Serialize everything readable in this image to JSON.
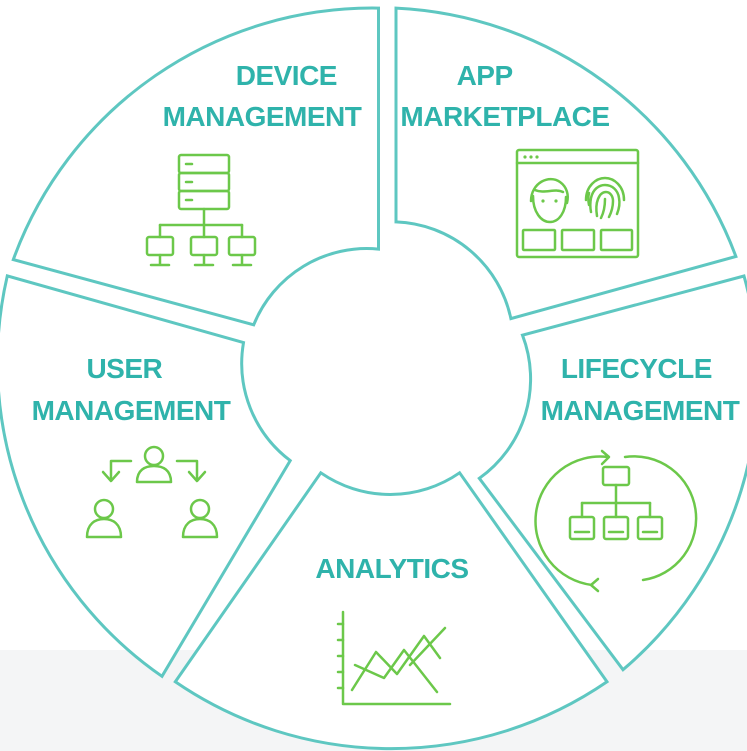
{
  "colors": {
    "outline": "#5ec7c1",
    "label": "#2fb3ab",
    "icon": "#6cc84a",
    "background": "#ffffff"
  },
  "segments": [
    {
      "id": "device-management",
      "lines": [
        "DEVICE",
        "MANAGEMENT"
      ],
      "icon": "server-network-icon"
    },
    {
      "id": "app-marketplace",
      "lines": [
        "APP",
        "MARKETPLACE"
      ],
      "icon": "browser-window-face-fingerprint-icon"
    },
    {
      "id": "lifecycle-management",
      "lines": [
        "LIFECYCLE",
        "MANAGEMENT"
      ],
      "icon": "cycle-hierarchy-icon"
    },
    {
      "id": "analytics",
      "lines": [
        "ANALYTICS"
      ],
      "icon": "line-chart-icon"
    },
    {
      "id": "user-management",
      "lines": [
        "USER",
        "MANAGEMENT"
      ],
      "icon": "user-transfer-icon"
    }
  ]
}
